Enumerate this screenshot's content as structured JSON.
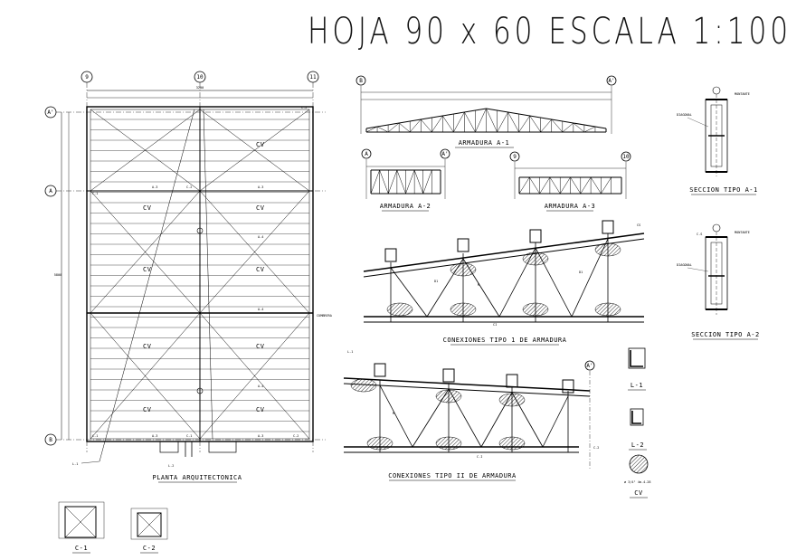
{
  "sheet_title": "HOJA  90 x 60 ESCALA  1:100",
  "plan": {
    "title": "PLANTA ARQUITECTONICA",
    "col_axes": [
      "9",
      "10",
      "11"
    ],
    "row_axes": [
      "A'",
      "A",
      "B"
    ],
    "dimensions": {
      "top": "3200",
      "left": "5800"
    },
    "labels": {
      "cv": "CV",
      "a1": "A-1",
      "a2": "A-2",
      "a3": "A-3",
      "a4": "A-4",
      "c1": "C-1",
      "c2": "C-2",
      "l1": "L-1",
      "l2": "L-2",
      "cumbrera": "CUMBRERA"
    }
  },
  "trusses": {
    "a1": {
      "title": "ARMADURA A-1",
      "axes": [
        "B",
        "A'"
      ]
    },
    "a2": {
      "title": "ARMADURA A-2",
      "axes": [
        "A",
        "A'"
      ]
    },
    "a3": {
      "title": "ARMADURA A-3",
      "axes": [
        "9",
        "10"
      ]
    }
  },
  "sections": {
    "a1": {
      "title": "SECCION TIPO A-1",
      "ann": {
        "diagonal": "DIAGONAL",
        "montante": "MONTANTE"
      }
    },
    "a2": {
      "title": "SECCION TIPO A-2",
      "ann": {
        "diagonal": "DIAGONAL",
        "montante": "MONTANTE",
        "cs": "C.S"
      }
    }
  },
  "connections": {
    "type1": {
      "title": "CONEXIONES TIPO 1 DE ARMADURA",
      "ann": {
        "d1": "D1",
        "m": "M",
        "ci": "CI",
        "cs": "CS"
      }
    },
    "type2": {
      "title": "CONEXIONES TIPO II DE ARMADURA",
      "ann": {
        "l1": "L-1",
        "m": "M",
        "ci": "C.I",
        "axis": "A'",
        "c2": "C-2"
      }
    }
  },
  "details": {
    "l1": "L-1",
    "l2": "L-2",
    "cv": "CV",
    "cv_note": "ø 3/4\" 4m-4-28",
    "c1": "C-1",
    "c2": "C-2"
  }
}
